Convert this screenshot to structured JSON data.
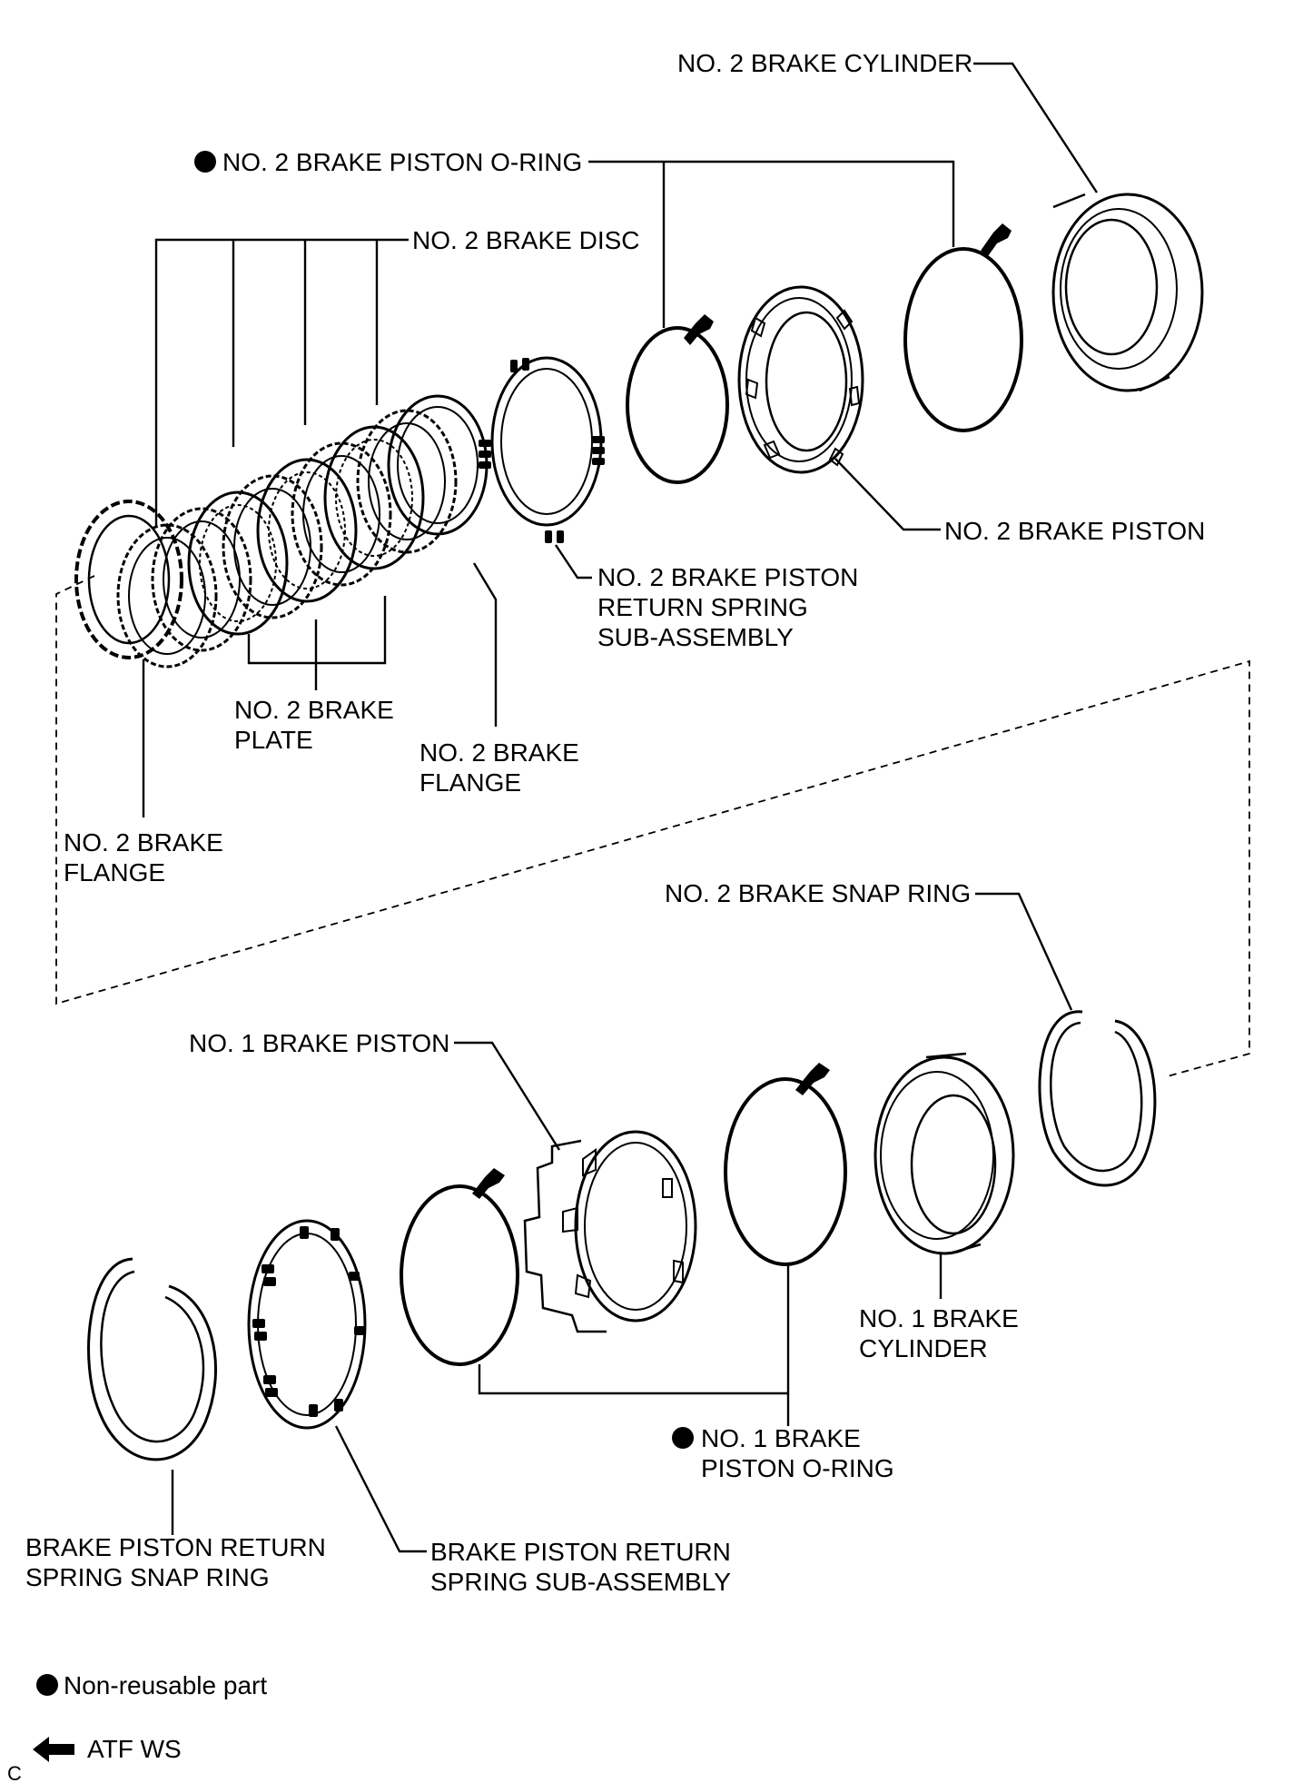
{
  "labels": {
    "no2_brake_cylinder": "NO. 2 BRAKE CYLINDER",
    "no2_brake_piston_oring": "NO. 2 BRAKE PISTON O-RING",
    "no2_brake_disc": "NO. 2 BRAKE DISC",
    "no2_brake_piston": "NO. 2 BRAKE PISTON",
    "no2_return_spring": [
      "NO. 2 BRAKE PISTON",
      "RETURN SPRING",
      "SUB-ASSEMBLY"
    ],
    "no2_brake_plate": [
      "NO. 2 BRAKE",
      "PLATE"
    ],
    "no2_brake_flange_mid": [
      "NO. 2 BRAKE",
      "FLANGE"
    ],
    "no2_brake_flange_left": [
      "NO. 2 BRAKE",
      "FLANGE"
    ],
    "no2_brake_snap_ring": "NO. 2 BRAKE SNAP RING",
    "no1_brake_piston": "NO. 1 BRAKE PISTON",
    "no1_brake_cylinder": [
      "NO. 1 BRAKE",
      "CYLINDER"
    ],
    "no1_brake_piston_oring": [
      "NO. 1 BRAKE",
      "PISTON O-RING"
    ],
    "return_spring_snap_ring": [
      "BRAKE PISTON RETURN",
      "SPRING SNAP RING"
    ],
    "return_spring_subassembly": [
      "BRAKE PISTON RETURN",
      "SPRING SUB-ASSEMBLY"
    ]
  },
  "legend": {
    "non_reusable": "Non-reusable part",
    "atf": "ATF WS"
  },
  "corner_code": "C"
}
